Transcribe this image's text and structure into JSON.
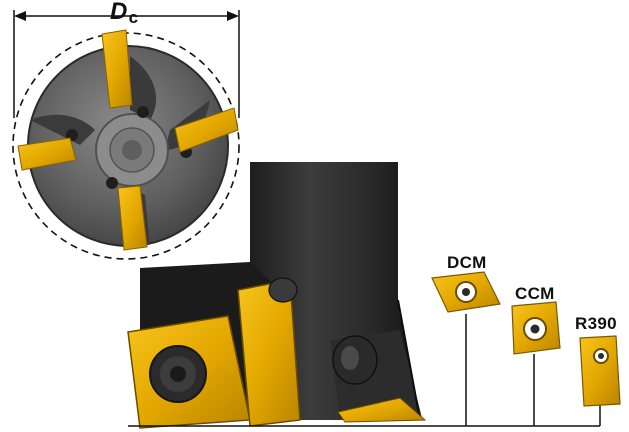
{
  "labels": {
    "diameter_symbol": "D",
    "diameter_subscript": "c",
    "insert_dcm": "DCM",
    "insert_ccm": "CCM",
    "insert_r390": "R390"
  },
  "colors": {
    "insert_gold": "#e8b000",
    "body_dark": "#2b2b2b",
    "face_gray": "#6e6e6e",
    "outline": "#111111"
  }
}
